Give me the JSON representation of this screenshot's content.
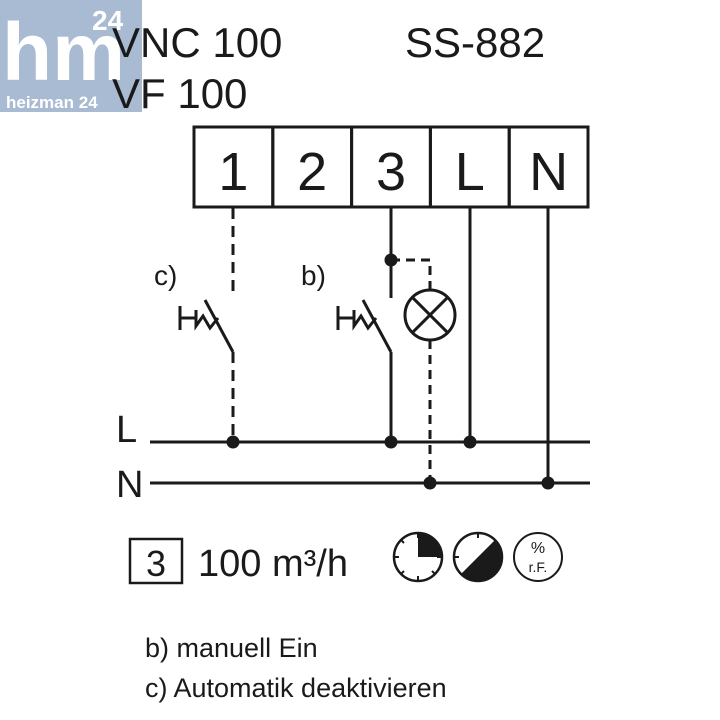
{
  "logo": {
    "mark": "hm",
    "badge": "24",
    "caption": "heizman 24",
    "bg_color": "#a9bad3"
  },
  "header": {
    "models": [
      "VNC 100",
      "VF 100"
    ],
    "switch_model": "SS-882"
  },
  "terminals": [
    "1",
    "2",
    "3",
    "L",
    "N"
  ],
  "wiring": {
    "rail_L": "L",
    "rail_N": "N",
    "label_c": "c)",
    "label_b": "b)"
  },
  "spec": {
    "box": "3",
    "flow": "100 m³/h",
    "humidity_top": "%",
    "humidity_bottom": "r.F."
  },
  "legend": {
    "b": "b) manuell Ein",
    "c": "c) Automatik deaktivieren"
  }
}
